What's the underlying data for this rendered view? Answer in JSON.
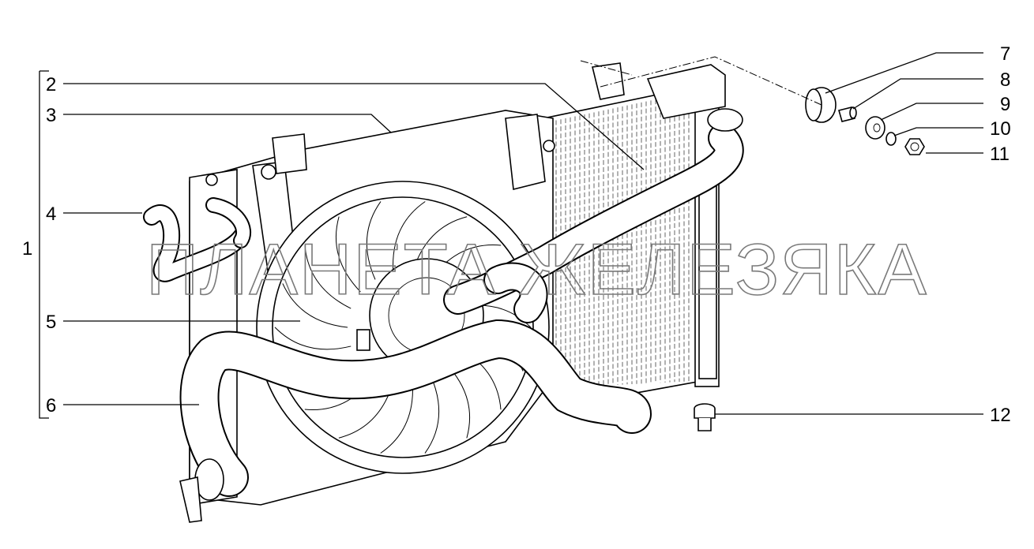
{
  "callouts": [
    "1",
    "2",
    "3",
    "4",
    "5",
    "6",
    "7",
    "8",
    "9",
    "10",
    "11",
    "12"
  ],
  "watermark": "ПЛАНЕТА ЖЕЛЕЗЯКА",
  "colors": {
    "ink": "#000000",
    "background": "#ffffff",
    "watermark": "#7a7a7a"
  }
}
